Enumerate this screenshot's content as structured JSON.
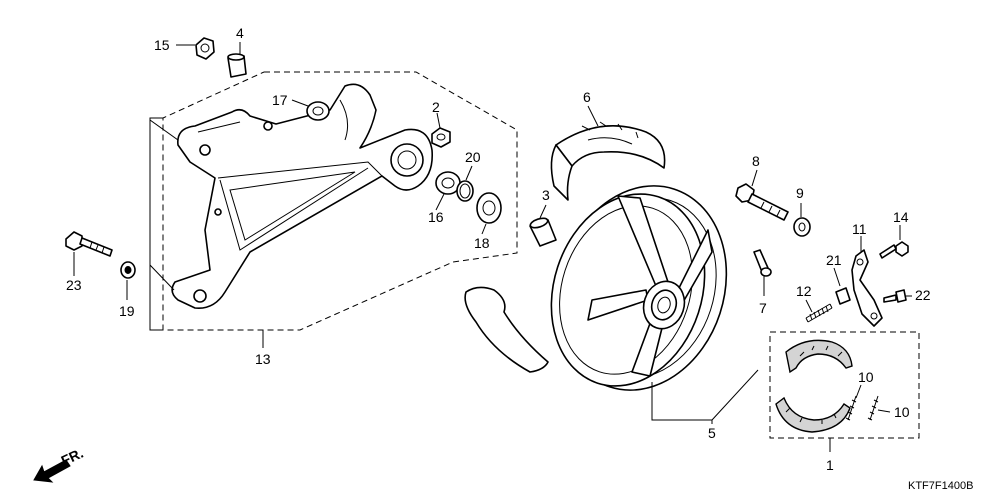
{
  "diagram_code": "KTF7F1400B",
  "front_arrow_label": "FR.",
  "callouts": {
    "p1": "1",
    "p2": "2",
    "p3": "3",
    "p4": "4",
    "p5": "5",
    "p6": "6",
    "p7": "7",
    "p8": "8",
    "p9": "9",
    "p10a": "10",
    "p10b": "10",
    "p11": "11",
    "p12": "12",
    "p13": "13",
    "p14": "14",
    "p15": "15",
    "p16": "16",
    "p17": "17",
    "p18": "18",
    "p19": "19",
    "p20": "20",
    "p21": "21",
    "p22": "22",
    "p23": "23"
  }
}
